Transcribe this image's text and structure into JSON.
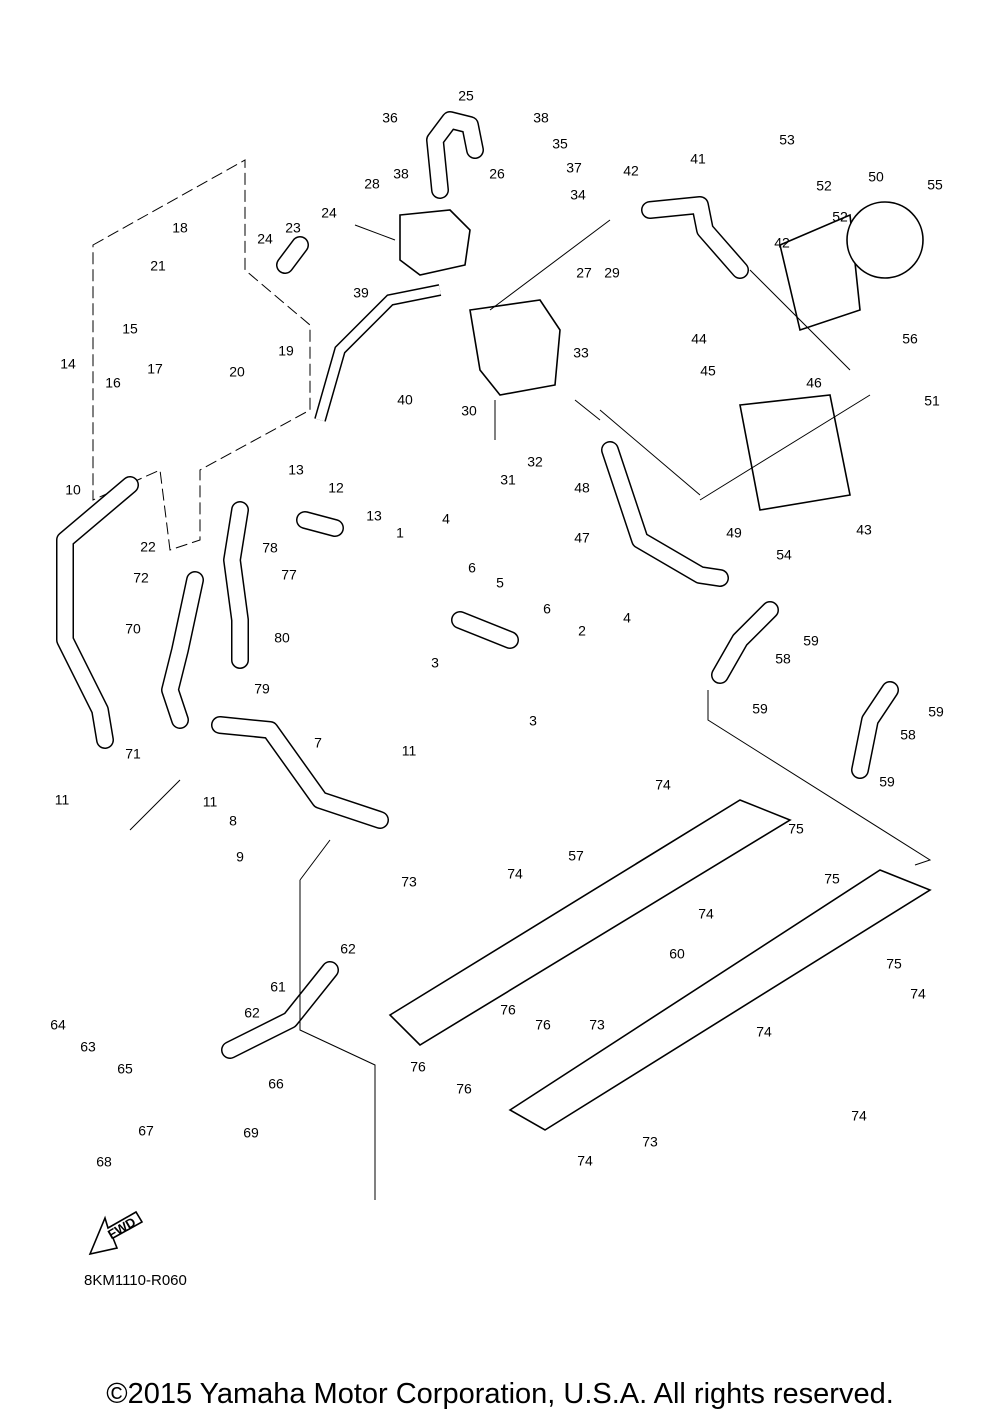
{
  "diagram_code": "8KM1110-R060",
  "fwd_label": "FWD",
  "copyright": "©2015 Yamaha Motor Corporation, U.S.A. All rights reserved.",
  "callouts": [
    "25",
    "36",
    "38",
    "35",
    "38",
    "26",
    "37",
    "28",
    "24",
    "42",
    "41",
    "53",
    "52",
    "50",
    "55",
    "34",
    "18",
    "23",
    "24",
    "21",
    "52",
    "42",
    "27",
    "29",
    "39",
    "15",
    "19",
    "44",
    "56",
    "14",
    "17",
    "33",
    "45",
    "46",
    "16",
    "20",
    "40",
    "51",
    "30",
    "48",
    "31",
    "32",
    "10",
    "13",
    "12",
    "13",
    "4",
    "22",
    "78",
    "1",
    "47",
    "49",
    "54",
    "43",
    "72",
    "77",
    "6",
    "5",
    "6",
    "4",
    "70",
    "80",
    "2",
    "3",
    "58",
    "59",
    "79",
    "59",
    "59",
    "3",
    "58",
    "7",
    "71",
    "11",
    "74",
    "59",
    "11",
    "11",
    "8",
    "75",
    "57",
    "9",
    "75",
    "73",
    "74",
    "74",
    "75",
    "74",
    "60",
    "62",
    "61",
    "62",
    "73",
    "76",
    "76",
    "74",
    "64",
    "63",
    "76",
    "76",
    "65",
    "66",
    "74",
    "67",
    "69",
    "73",
    "74",
    "68"
  ]
}
